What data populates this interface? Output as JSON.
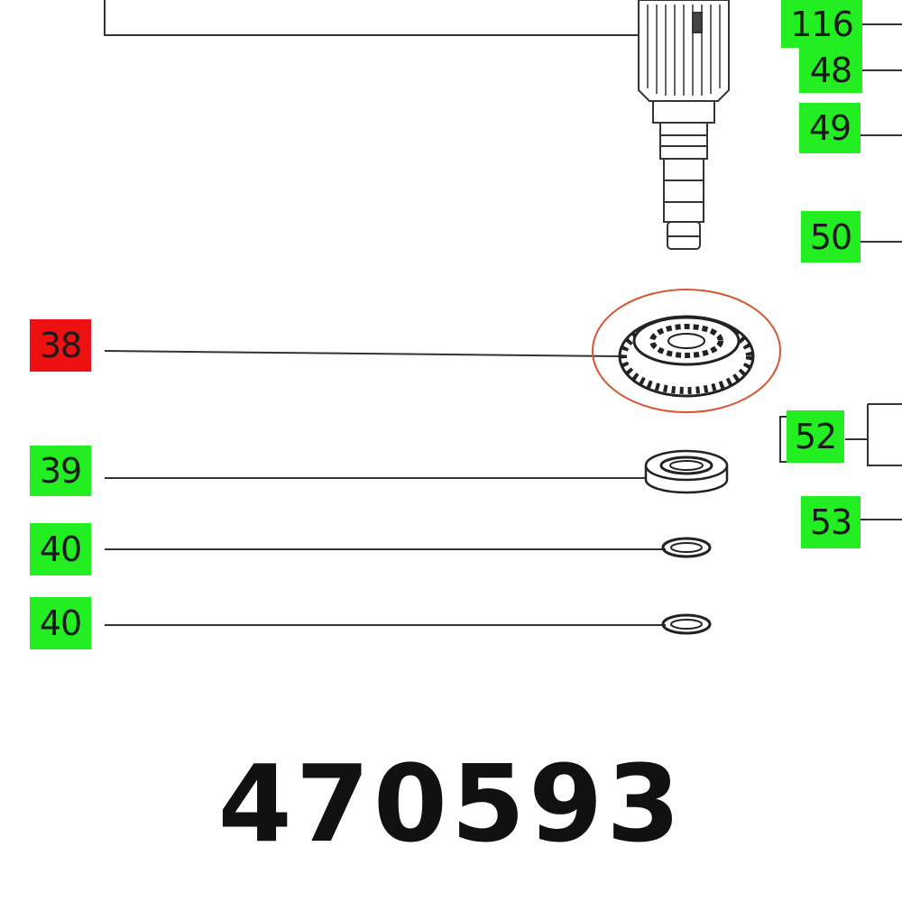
{
  "diagram": {
    "part_number": "470593",
    "highlight_color": "#ee1111",
    "label_color": "#22ee22",
    "circle_color": "#d9552f",
    "labels": {
      "l116": "116",
      "l48": "48",
      "l49": "49",
      "l50": "50",
      "l38": "38",
      "l52": "52",
      "l39": "39",
      "l53": "53",
      "l40a": "40",
      "l40b": "40"
    },
    "highlighted_part": "38"
  }
}
